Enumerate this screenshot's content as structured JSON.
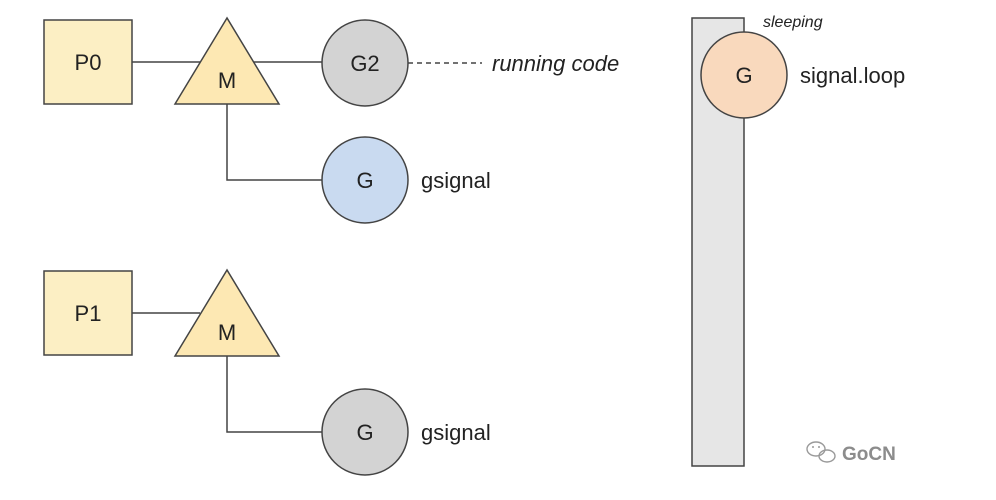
{
  "group1": {
    "p_label": "P0",
    "m_label": "M",
    "g2_label": "G2",
    "g2_note": "running code",
    "gsig_label": "G",
    "gsig_note": "gsignal"
  },
  "group2": {
    "p_label": "P1",
    "m_label": "M",
    "gsig_label": "G",
    "gsig_note": "gsignal"
  },
  "sleeping": {
    "state": "sleeping",
    "g_label": "G",
    "name": "signal.loop"
  },
  "watermark": {
    "icon": "wechat-icon",
    "text": "GoCN"
  },
  "colors": {
    "p_fill": "#fcefc4",
    "m_fill": "#fde8b3",
    "g_running_fill": "#d3d3d3",
    "g_signal_fill": "#c9daf0",
    "g_signal2_fill": "#d3d3d3",
    "g_sleep_fill": "#f9d9bd",
    "bar_fill": "#e6e6e6",
    "stroke": "#444444"
  }
}
